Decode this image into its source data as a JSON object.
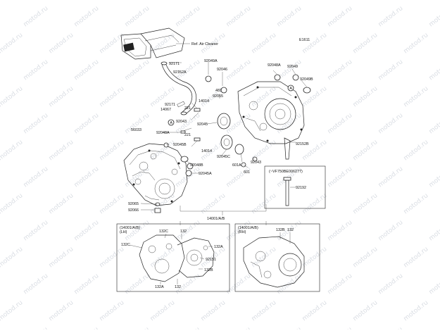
{
  "diagram_code": "E1611",
  "ref_label": "Ref. Air Cleaner",
  "watermark": "motod.ru",
  "callout_letter": "A",
  "labels": {
    "l92171a": "92171",
    "l92152a": "92152A",
    "l92049a": "92049A",
    "l92046": "92046",
    "l481": "481",
    "l92055": "92055",
    "l14014a": "14014",
    "l221a": "221",
    "l92171b": "92171",
    "l14067": "14067",
    "l92045": "92045",
    "l92043a": "92043",
    "l56033": "56033",
    "l92048a": "92048A",
    "l221b": "221",
    "l92045b": "92045B",
    "l14014b": "14014",
    "l92048b": "92048B",
    "l92045a": "92045A",
    "l92045c": "92045C",
    "l601a": "601A",
    "l601": "601",
    "l92043b": "92043",
    "l92048a_r": "92048A",
    "l92049": "92049",
    "l92049b": "92049B",
    "l92152b": "92152B",
    "l92065": "92065",
    "l92066": "92066",
    "l92192": "92192"
  },
  "model_note": "(~VF750BE006277)",
  "assembly": "14001/A/B",
  "lh_box": {
    "ref": "(14001/A/B)",
    "side": "(LH)",
    "l132c_left": "132C",
    "l132c_top": "132C",
    "l132_top": "132",
    "l132a_right": "132A",
    "l92151": "92151",
    "l132b": "132B",
    "l132a_bottom": "132A",
    "l132_bottom": "132"
  },
  "rh_box": {
    "ref": "(14001/A/B)",
    "side": "(RH)",
    "l132b": "132B",
    "l132": "132"
  }
}
